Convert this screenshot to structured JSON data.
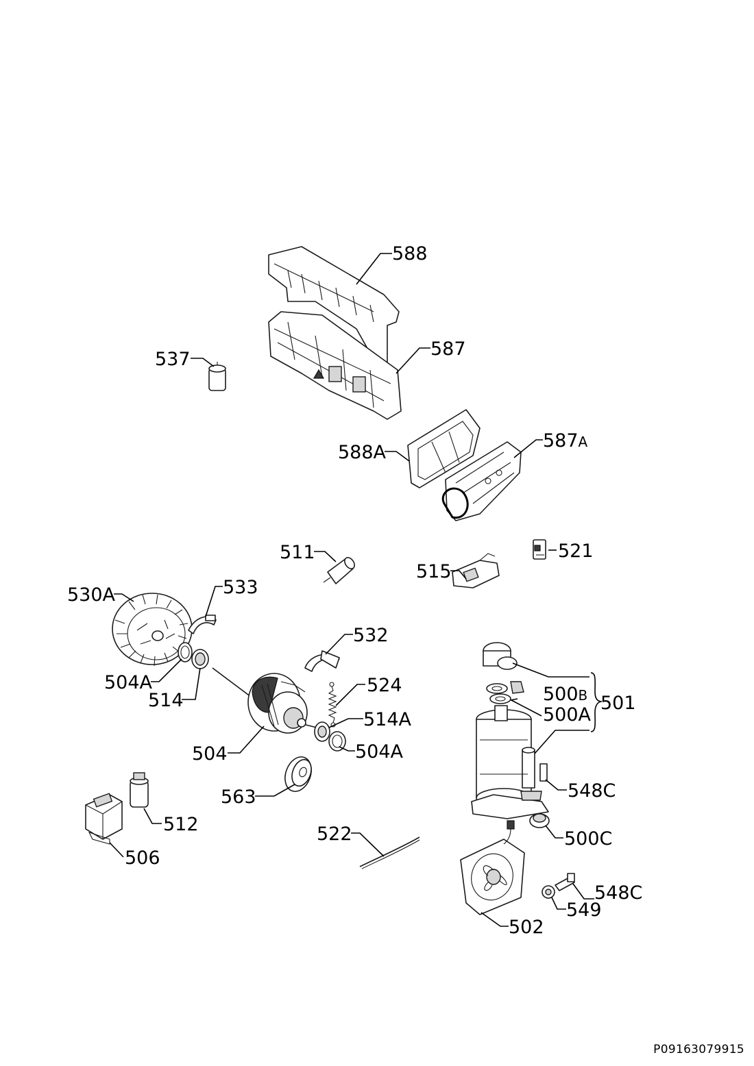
{
  "labels": {
    "l588": "588",
    "l587": "587",
    "l537": "537",
    "l588A": "588A",
    "l587A_num": "587",
    "l587A_suf": "A",
    "l511": "511",
    "l515": "515",
    "l521": "521",
    "l530A": "530A",
    "l533": "533",
    "l532": "532",
    "l524": "524",
    "l514A": "514A",
    "l504A_left": "504A",
    "l514": "514",
    "l504A_right": "504A",
    "l504": "504",
    "l563": "563",
    "l512": "512",
    "l506": "506",
    "l522": "522",
    "l500B_num": "500",
    "l500B_suf": "B",
    "l500A": "500A",
    "l501": "501",
    "l548C_top": "548C",
    "l500C": "500C",
    "l548C_bottom": "548C",
    "l549": "549",
    "l502": "502"
  },
  "document_code": "P09163079915"
}
